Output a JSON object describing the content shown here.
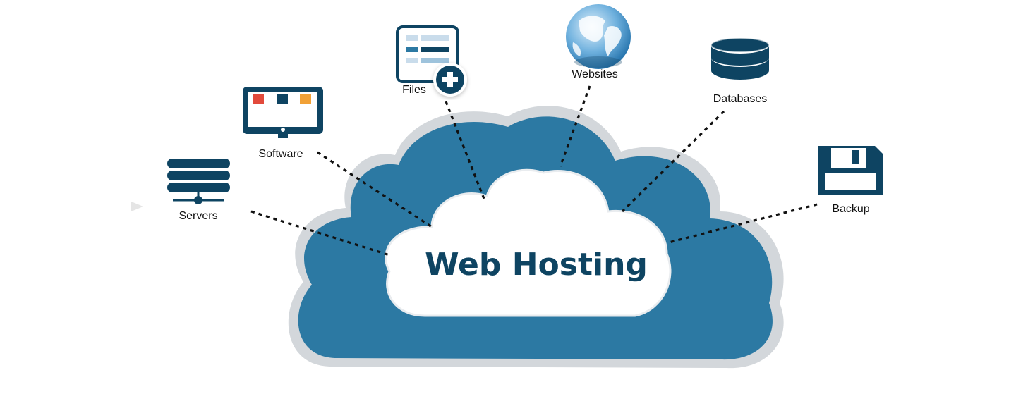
{
  "title": "Web Hosting",
  "items": {
    "servers": "Servers",
    "software": "Software",
    "files": "Files",
    "websites": "Websites",
    "databases": "Databases",
    "backup": "Backup"
  },
  "colors": {
    "cloud_blue": "#2c79a3",
    "cloud_outline": "#d3d7db",
    "icon_navy": "#0e4462",
    "title_text": "#0e4462",
    "software_red": "#e24a3b",
    "software_orange": "#f1a136"
  },
  "icons": {
    "servers": "server-stack-icon",
    "software": "monitor-icon",
    "files": "document-add-icon",
    "websites": "globe-icon",
    "databases": "database-icon",
    "backup": "floppy-disk-icon"
  }
}
